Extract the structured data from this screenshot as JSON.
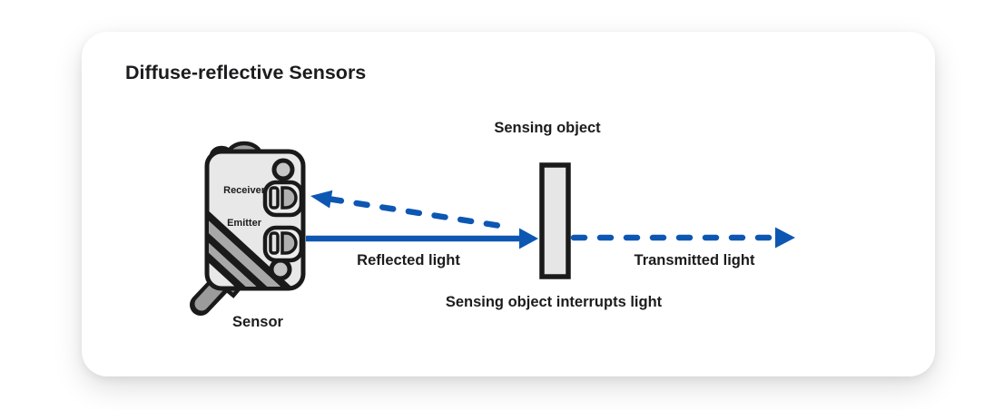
{
  "title": "Diffuse-reflective Sensors",
  "sensor": {
    "label": "Sensor",
    "receiver_label": "Receiver",
    "emitter_label": "Emitter"
  },
  "sensing_object": {
    "label": "Sensing object"
  },
  "beams": {
    "reflected_label": "Reflected light",
    "transmitted_label": "Transmitted light"
  },
  "caption": "Sensing object interrupts light",
  "colors": {
    "beam_blue": "#0d57b3",
    "outline_dark": "#1a1a1a",
    "device_gray": "#e8e8e8",
    "accent_gray": "#9b9b9b",
    "text_dark": "#1c1c1e"
  }
}
